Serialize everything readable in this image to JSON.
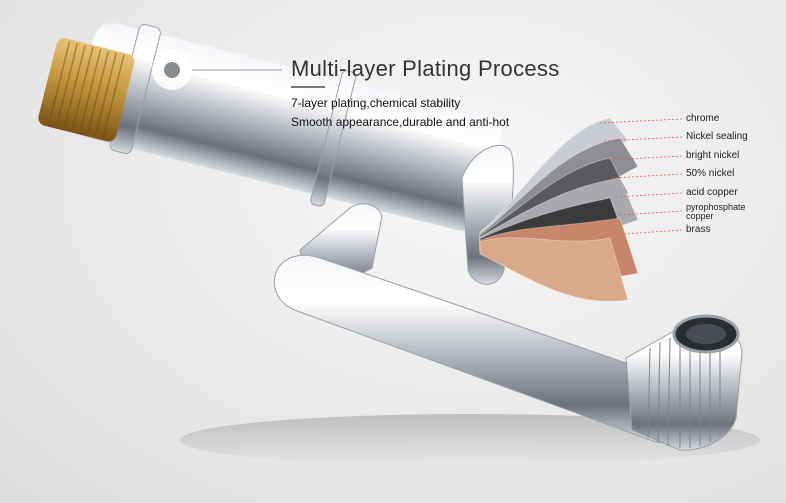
{
  "heading": {
    "title": "Multi-layer Plating Process",
    "features": [
      "7-layer plating,chemical stability",
      "Smooth appearance,durable and anti-hot"
    ]
  },
  "layers": [
    {
      "label": "chrome",
      "color": "#c9ccd2"
    },
    {
      "label": "Nickel sealing",
      "color": "#8e8f94"
    },
    {
      "label": "bright nickel",
      "color": "#5a5a5e"
    },
    {
      "label": "50% nickel",
      "color": "#a8a9ad"
    },
    {
      "label": "acid copper",
      "color": "#3b3b3e"
    },
    {
      "label": "pyrophosphate copper",
      "color": "#c7866a"
    },
    {
      "label": "brass",
      "color": "#d9a889"
    }
  ],
  "colors": {
    "brass_thread": "#b8892e",
    "chrome": "#c8ccd3",
    "indicator_line": "#e05a5a"
  }
}
